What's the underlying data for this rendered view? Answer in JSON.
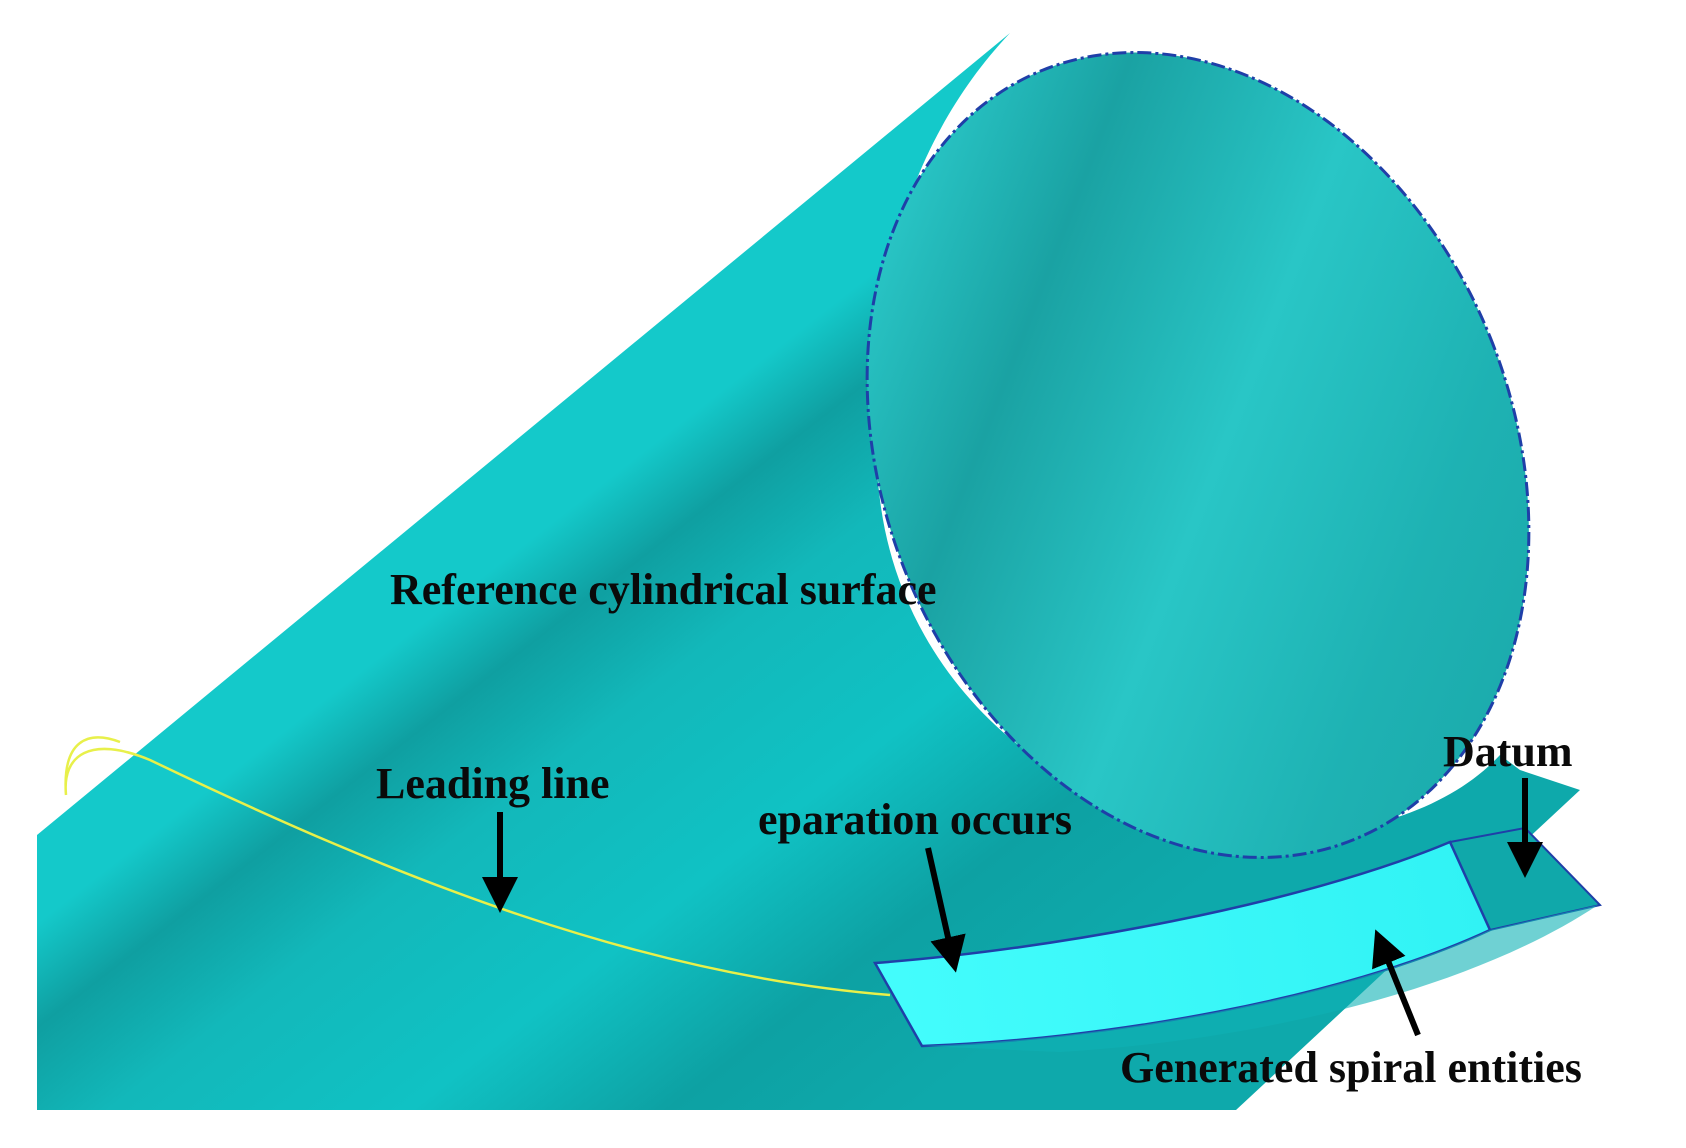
{
  "labels": {
    "reference_surface": "Reference cylindrical surface",
    "leading_line": "Leading line",
    "separation": "eparation occurs",
    "datum": "Datum",
    "generated_spiral": "Generated spiral entities"
  },
  "colors": {
    "cylinder_body": "#13c2c4",
    "cylinder_end_face": "#1fb7b8",
    "spiral_entity": "#38fcfc",
    "edge_outline": "#1f3fa8",
    "leading_line": "#e8f04a",
    "arrow": "#000000",
    "background": "#ffffff"
  }
}
